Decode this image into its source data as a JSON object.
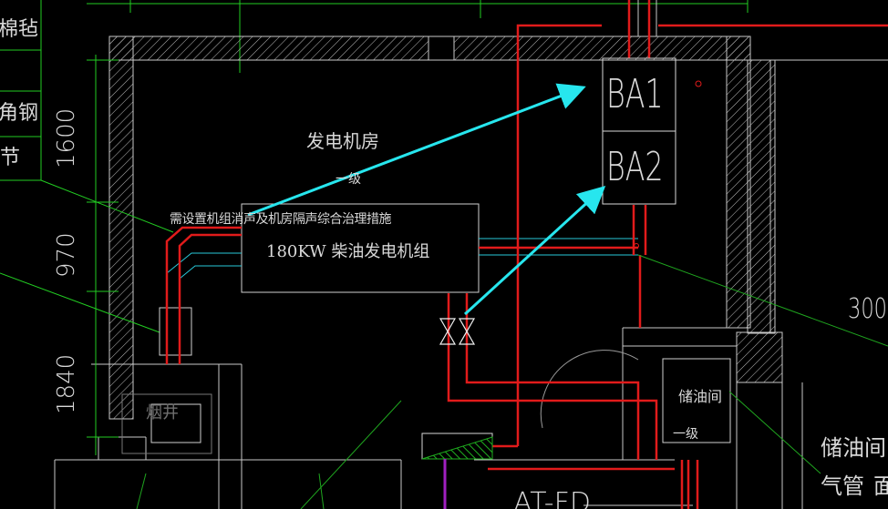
{
  "drawing": {
    "room_name": "发电机房",
    "room_grade": "一级",
    "noise_note": "需设置机组消声及机房隔声综合治理措施",
    "generator_label": "180KW 柴油发电机组",
    "panel_top": "BA1",
    "panel_bottom": "BA2",
    "oil_room_name": "储油间",
    "oil_room_grade": "一级",
    "flue_label": "烟井",
    "dim_left_1": "1600",
    "dim_left_2": "970",
    "dim_left_3": "1840",
    "dim_right": "300",
    "left_callouts": [
      "棉毡",
      "角钢",
      "节"
    ],
    "bottom_right_text_1": "储油间内",
    "bottom_right_text_2": "气管",
    "bottom_right_text_3": "面",
    "bottom_label": "AT-FD"
  },
  "colors": {
    "background": "#000000",
    "wall": "#c8c8c8",
    "pipe_red": "#e11b1b",
    "arrow_cyan": "#27e6ee",
    "leader_green": "#1fa51f",
    "dim_green": "#22cc22",
    "text": "#d8d8d8"
  }
}
